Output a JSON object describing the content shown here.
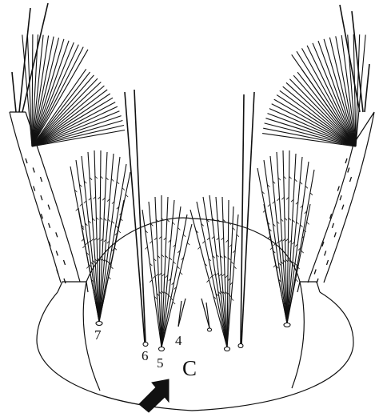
{
  "figure": {
    "ink": "#111111",
    "paper": "#ffffff",
    "panel_label": "C",
    "seta_labels": [
      "4",
      "5",
      "6",
      "7"
    ],
    "arrow": "arrow-pointer-icon"
  }
}
